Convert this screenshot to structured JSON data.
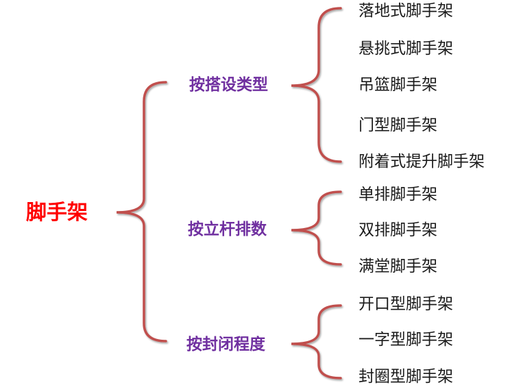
{
  "colors": {
    "root": "#ff0000",
    "category": "#7030a0",
    "item": "#1a1a1a",
    "brace": "#c0504d"
  },
  "root": {
    "label": "脚手架"
  },
  "categories": [
    {
      "label": "按搭设类型",
      "items": [
        "落地式脚手架",
        "悬挑式脚手架",
        "吊篮脚手架",
        "门型脚手架",
        "附着式提升脚手架"
      ]
    },
    {
      "label": "按立杆排数",
      "items": [
        "单排脚手架",
        "双排脚手架",
        "满堂脚手架"
      ]
    },
    {
      "label": "按封闭程度",
      "items": [
        "开口型脚手架",
        "一字型脚手架",
        "封圈型脚手架"
      ]
    }
  ]
}
